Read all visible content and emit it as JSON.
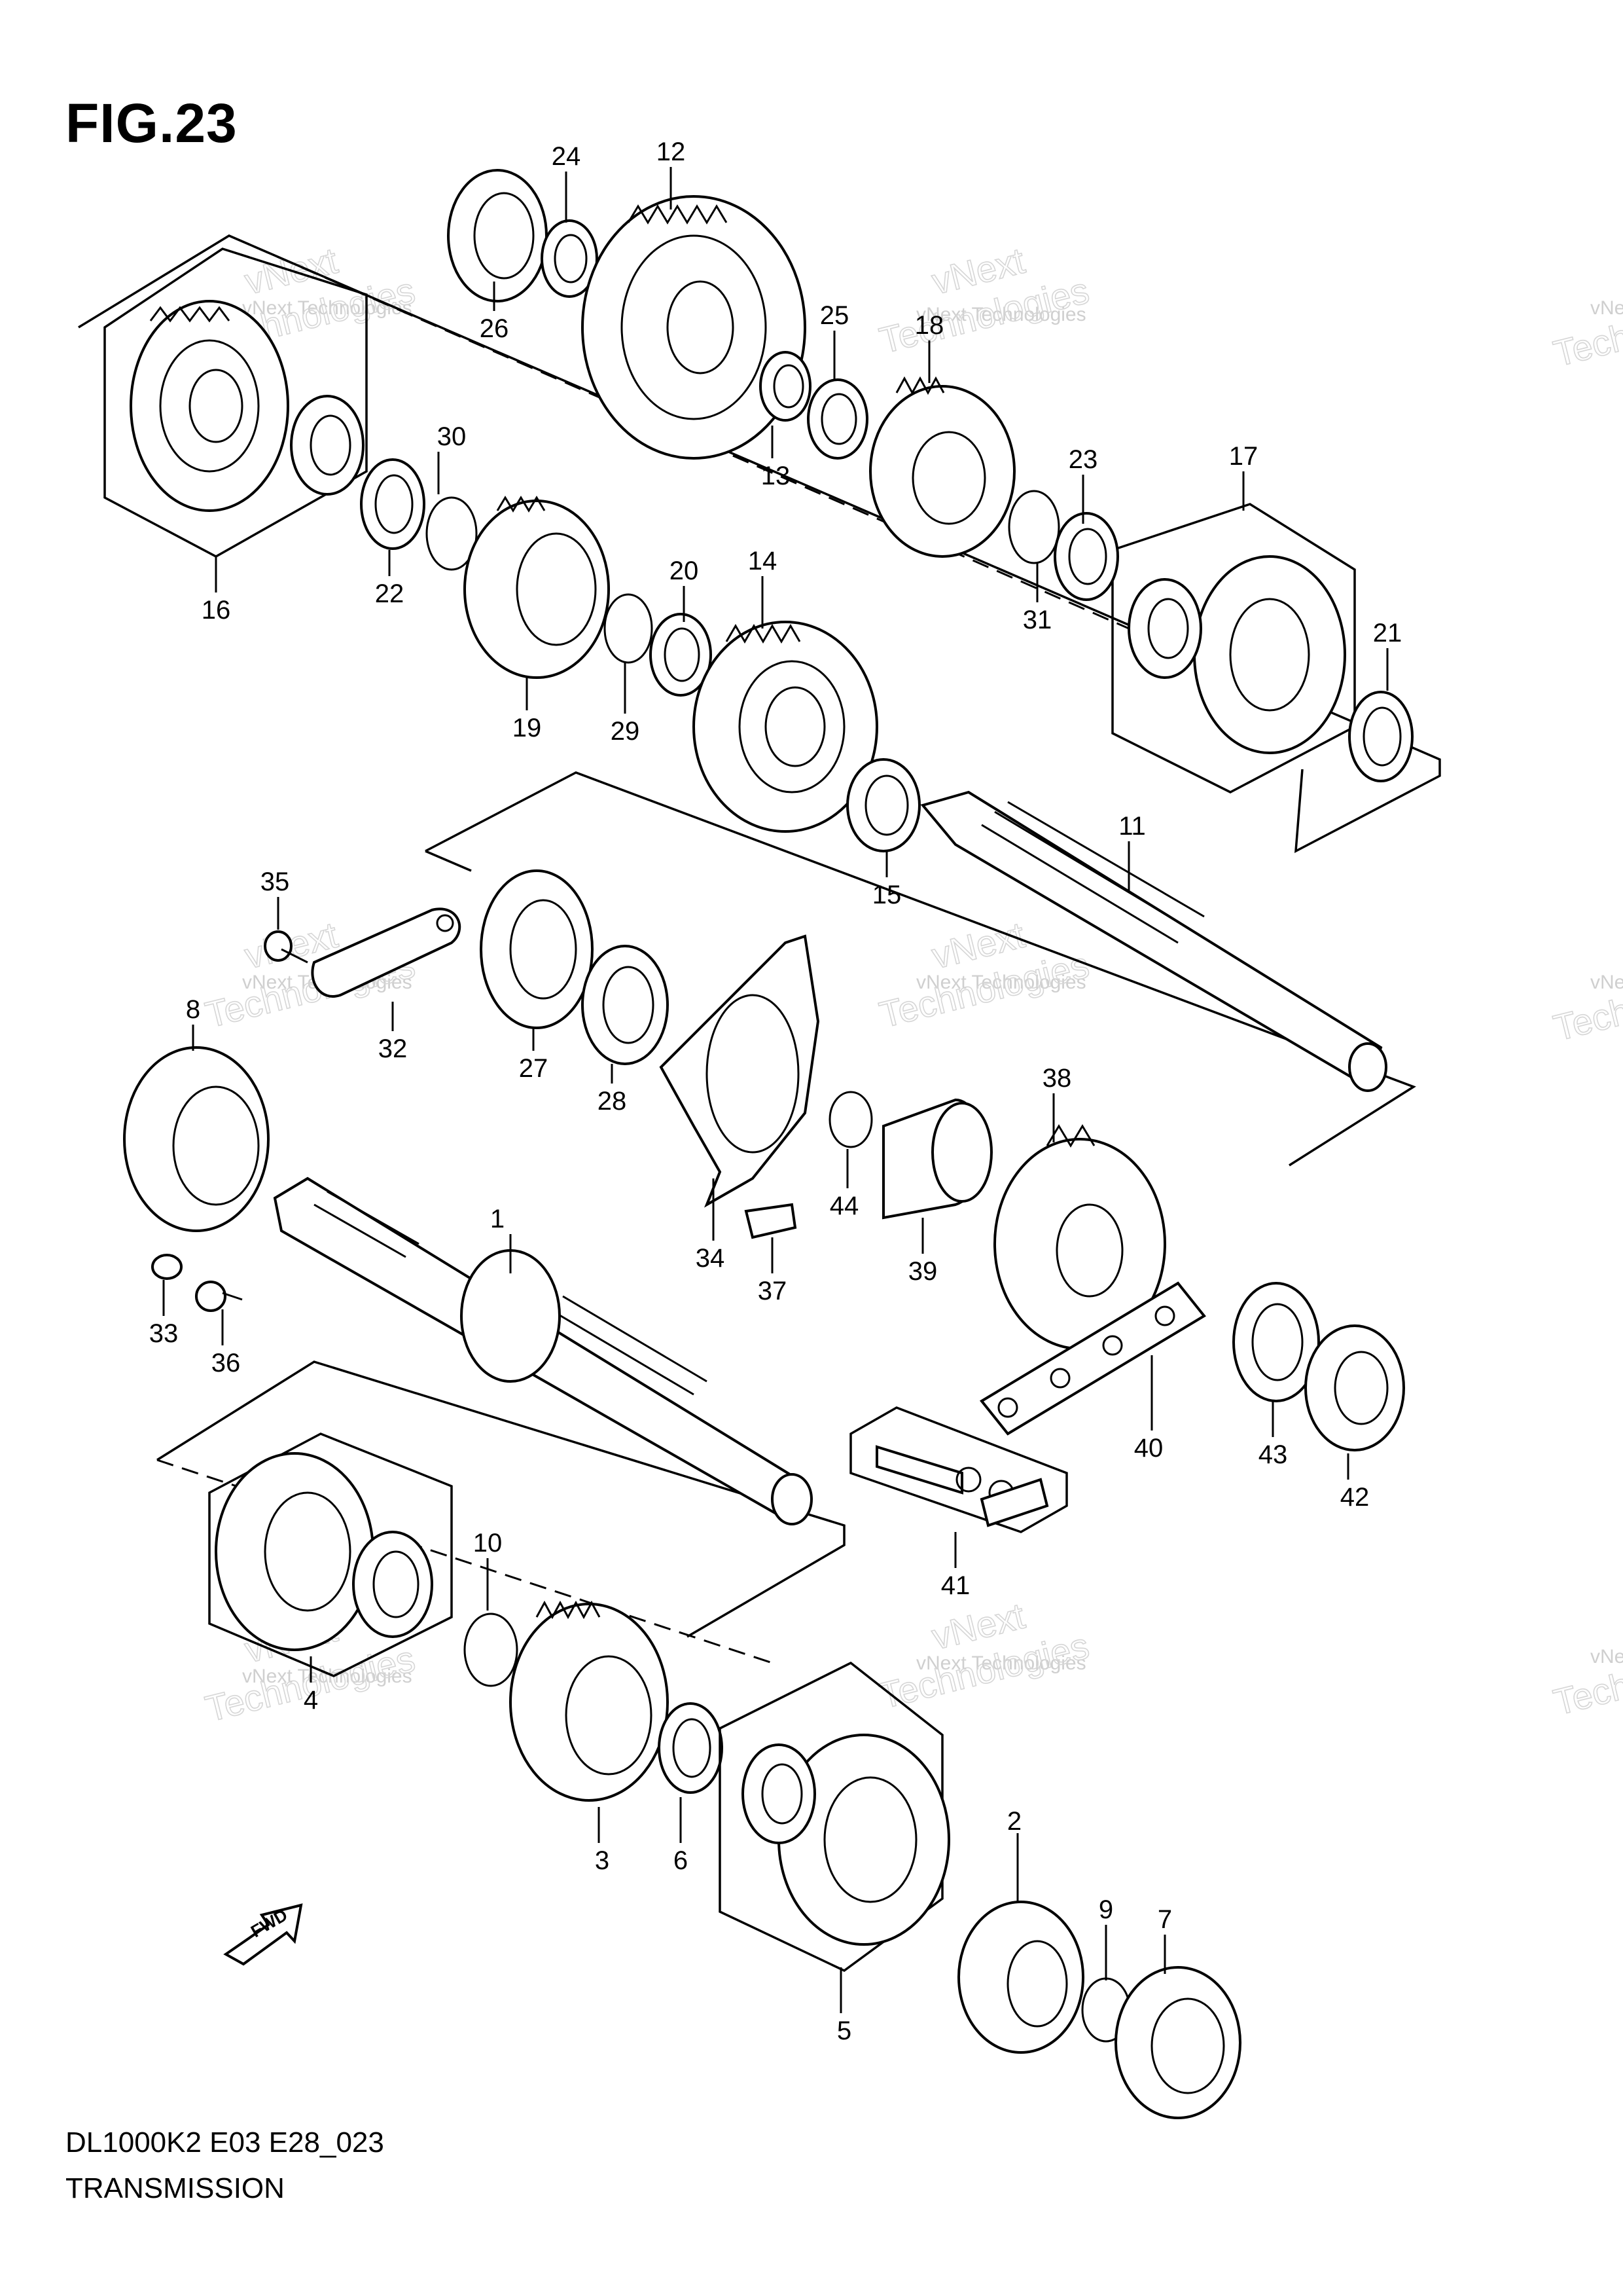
{
  "figure": {
    "title": "FIG.23",
    "code": "DL1000K2 E03 E28_023",
    "name": "TRANSMISSION",
    "direction_label": "FWD"
  },
  "watermark": {
    "small": "vNext Technologies",
    "line1": "vNext",
    "line2": "Technologies"
  },
  "callouts": [
    {
      "id": "c1",
      "text": "1"
    },
    {
      "id": "c2",
      "text": "2"
    },
    {
      "id": "c3",
      "text": "3"
    },
    {
      "id": "c4",
      "text": "4"
    },
    {
      "id": "c5",
      "text": "5"
    },
    {
      "id": "c6",
      "text": "6"
    },
    {
      "id": "c7",
      "text": "7"
    },
    {
      "id": "c8",
      "text": "8"
    },
    {
      "id": "c9",
      "text": "9"
    },
    {
      "id": "c10",
      "text": "10"
    },
    {
      "id": "c11",
      "text": "11"
    },
    {
      "id": "c12",
      "text": "12"
    },
    {
      "id": "c13",
      "text": "13"
    },
    {
      "id": "c14",
      "text": "14"
    },
    {
      "id": "c15",
      "text": "15"
    },
    {
      "id": "c16",
      "text": "16"
    },
    {
      "id": "c17",
      "text": "17"
    },
    {
      "id": "c18",
      "text": "18"
    },
    {
      "id": "c19",
      "text": "19"
    },
    {
      "id": "c20",
      "text": "20"
    },
    {
      "id": "c21",
      "text": "21"
    },
    {
      "id": "c22",
      "text": "22"
    },
    {
      "id": "c23",
      "text": "23"
    },
    {
      "id": "c24",
      "text": "24"
    },
    {
      "id": "c25",
      "text": "25"
    },
    {
      "id": "c26",
      "text": "26"
    },
    {
      "id": "c27",
      "text": "27"
    },
    {
      "id": "c28",
      "text": "28"
    },
    {
      "id": "c29",
      "text": "29"
    },
    {
      "id": "c30",
      "text": "30"
    },
    {
      "id": "c31",
      "text": "31"
    },
    {
      "id": "c32",
      "text": "32"
    },
    {
      "id": "c33",
      "text": "33"
    },
    {
      "id": "c34",
      "text": "34"
    },
    {
      "id": "c35",
      "text": "35"
    },
    {
      "id": "c36",
      "text": "36"
    },
    {
      "id": "c37",
      "text": "37"
    },
    {
      "id": "c38",
      "text": "38"
    },
    {
      "id": "c39",
      "text": "39"
    },
    {
      "id": "c40",
      "text": "40"
    },
    {
      "id": "c41",
      "text": "41"
    },
    {
      "id": "c42",
      "text": "42"
    },
    {
      "id": "c43",
      "text": "43"
    },
    {
      "id": "c44",
      "text": "44"
    }
  ]
}
